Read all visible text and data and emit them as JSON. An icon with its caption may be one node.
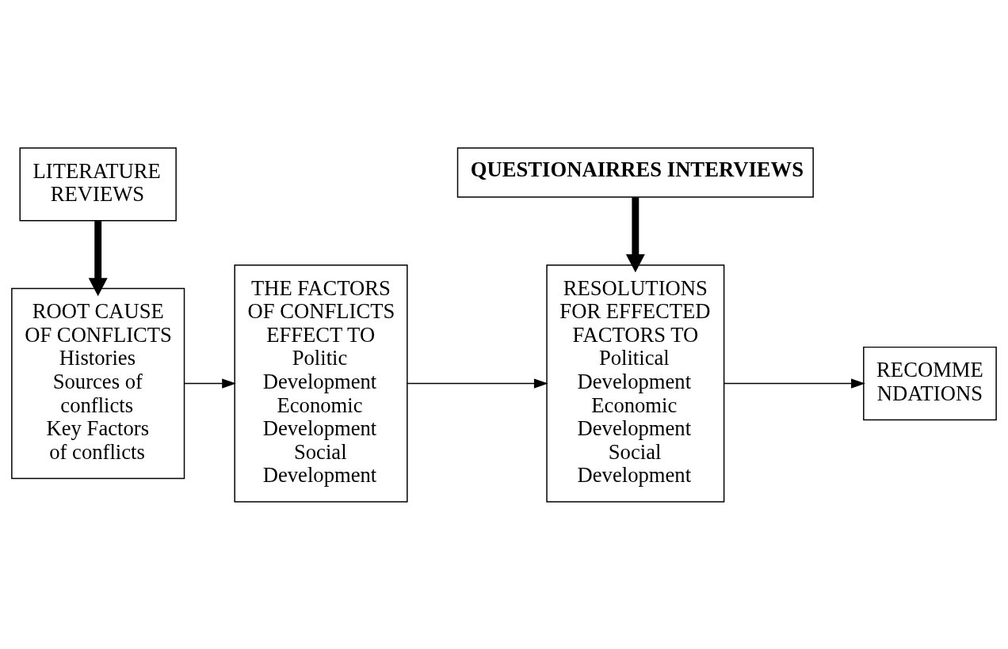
{
  "diagram": {
    "nodes": [
      {
        "text": [
          "ROOT CAUSE OF CONFLICTS",
          "Histories",
          "Sources of conflicts",
          "Key Factors of conflicts"
        ]
      },
      {
        "text": [
          "LITERATURE REVIEWS"
        ]
      },
      {
        "text": [
          "THE FACTORS OF CONFLICTS EFFECT TO",
          "Politic Development",
          "Economic Development",
          "Social Development"
        ]
      },
      {
        "text": [
          "RESOLUTIONS FOR EFFECTED FACTORS TO",
          "Political Development",
          "Economic Development",
          "Social Development"
        ]
      },
      {
        "text": [
          "RECOMME NDATIONS"
        ]
      },
      {
        "text": [
          "QUESTIONAIRRES INTERVIEWS"
        ]
      }
    ],
    "edges": [
      {
        "from": 0,
        "to": 2,
        "arrow": "to"
      },
      {
        "from": 2,
        "to": 3,
        "arrow": "to"
      },
      {
        "from": 3,
        "to": 4,
        "arrow": "to"
      },
      {
        "from": 1,
        "to": 0,
        "arrow": "to",
        "style": "thick"
      },
      {
        "from": 5,
        "to": 3,
        "arrow": "to",
        "style": "thick"
      }
    ]
  }
}
